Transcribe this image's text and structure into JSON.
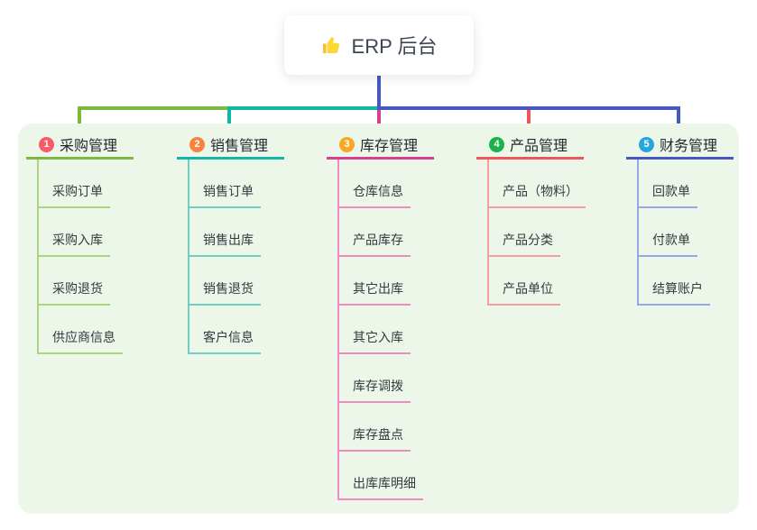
{
  "root": {
    "label": "ERP 后台",
    "icon": "thumbs-up-icon",
    "icon_color": "#fdd835",
    "line_color": "#4758c0"
  },
  "panel": {
    "background": "#ecf7ea"
  },
  "branches": [
    {
      "index": "1",
      "title": "采购管理",
      "badge_color": "#f85a6a",
      "line_color": "#7cb93f",
      "child_line_color": "#abd681",
      "children": [
        "采购订单",
        "采购入库",
        "采购退货",
        "供应商信息"
      ]
    },
    {
      "index": "2",
      "title": "销售管理",
      "badge_color": "#f8833d",
      "line_color": "#13b5a5",
      "child_line_color": "#72cec2",
      "children": [
        "销售订单",
        "销售出库",
        "销售退货",
        "客户信息"
      ]
    },
    {
      "index": "3",
      "title": "库存管理",
      "badge_color": "#f9a825",
      "line_color": "#d6408f",
      "child_line_color": "#f089bf",
      "children": [
        "仓库信息",
        "产品库存",
        "其它出库",
        "其它入库",
        "库存调拨",
        "库存盘点",
        "出库库明细"
      ]
    },
    {
      "index": "4",
      "title": "产品管理",
      "badge_color": "#19b34a",
      "line_color": "#f0555c",
      "child_line_color": "#f59fa0",
      "children": [
        "产品（物料）",
        "产品分类",
        "产品单位"
      ]
    },
    {
      "index": "5",
      "title": "财务管理",
      "badge_color": "#25a6df",
      "line_color": "#4758c0",
      "child_line_color": "#95a9e9",
      "children": [
        "回款单",
        "付款单",
        "结算账户"
      ]
    }
  ]
}
